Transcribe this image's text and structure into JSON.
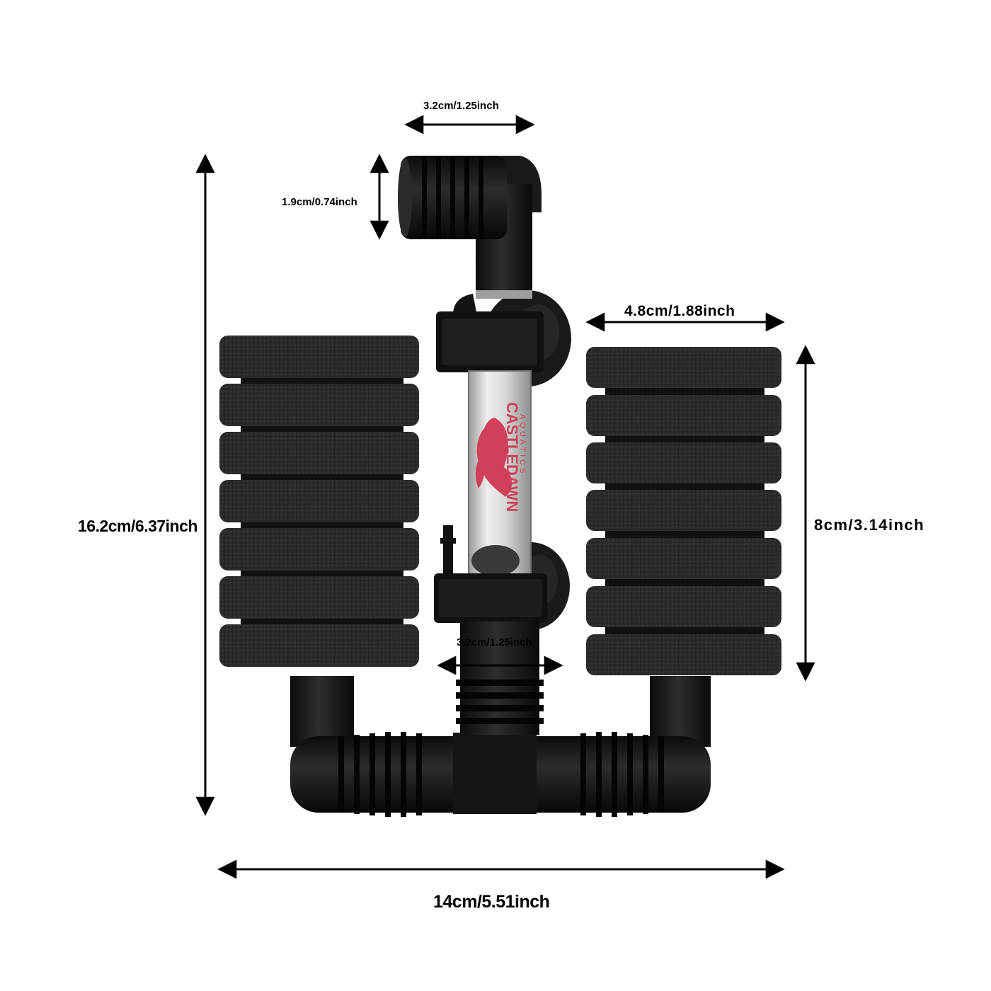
{
  "image": {
    "subject": "double sponge aquarium filter with lift tube and suction cups",
    "brand_logo": {
      "text": "CASTLEDAWN",
      "subtext": "AQUATICS",
      "color": "#d0405a"
    },
    "colors": {
      "background": "#ffffff",
      "sponge": "#2b2b2b",
      "plastic": "#141414",
      "tube": "#c9c9c9",
      "annotation": "#000000"
    }
  },
  "dimensions": {
    "top_outlet_width": "3.2cm/1.25inch",
    "outlet_mouth_height": "1.9cm/0.74inch",
    "sponge_width": "4.8cm/1.88inch",
    "total_height": "16.2cm/6.37inch",
    "sponge_height": "8cm/3.14inch",
    "tube_base_width": "3.2cm/1.25inch",
    "total_width": "14cm/5.51inch"
  }
}
